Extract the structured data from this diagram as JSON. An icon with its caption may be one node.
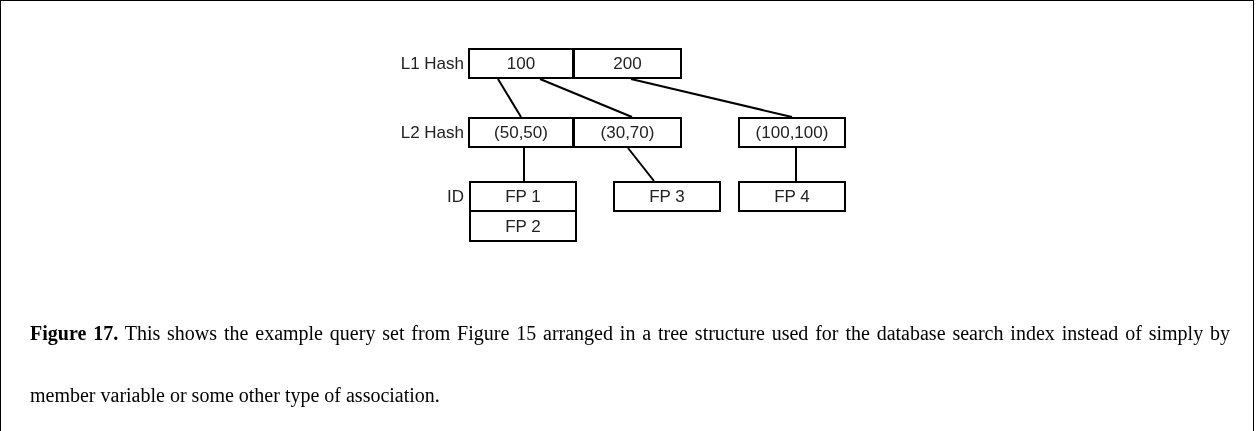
{
  "diagram": {
    "caption": "**Figure 17.** This shows the example query set from Figure 15 arranged in a tree structure used for the database search index instead of simply by member variable or some other type of association.",
    "nodes": [
      {
        "text": [
          "100"
        ]
      },
      {
        "text": [
          "200"
        ]
      },
      {
        "text": [
          "(50,50)"
        ]
      },
      {
        "text": [
          "(30,70)"
        ]
      },
      {
        "text": [
          "(100,100)"
        ]
      },
      {
        "text": [
          "FP 1"
        ]
      },
      {
        "text": [
          "FP 2"
        ]
      },
      {
        "text": [
          "FP 3"
        ]
      },
      {
        "text": [
          "FP 4"
        ]
      }
    ],
    "edges": [
      {
        "from": 0,
        "to": 2,
        "arrow": "none"
      },
      {
        "from": 0,
        "to": 3,
        "arrow": "none"
      },
      {
        "from": 1,
        "to": 4,
        "arrow": "none"
      },
      {
        "from": 2,
        "to": 5,
        "arrow": "none"
      },
      {
        "from": 3,
        "to": 7,
        "arrow": "none"
      },
      {
        "from": 4,
        "to": 8,
        "arrow": "none"
      }
    ],
    "labels": [
      "L1 Hash",
      "L2 Hash",
      "ID"
    ]
  }
}
